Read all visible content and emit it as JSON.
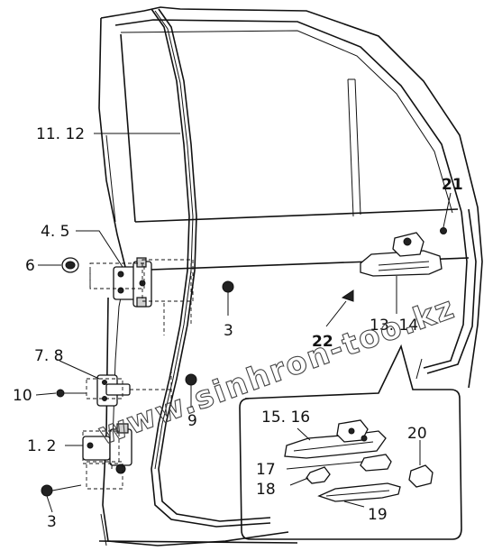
{
  "callouts": {
    "door_glass_run": "11. 12",
    "hinge_upper": "4. 5",
    "hinge_nut": "6",
    "check_link": "7. 8",
    "bolt_10": "10",
    "hinge_lower": "1. 2",
    "bolt_upper": "3",
    "bolt_lower": "3",
    "clip_9": "9",
    "clip_21": "21",
    "clip_22": "22",
    "handle_assembly": "13. 14",
    "handle_frame": "15. 16",
    "handle_cover": "17",
    "lock_cap": "18",
    "handle_grip": "19",
    "end_cap": "20"
  },
  "watermark": "www.sinhron-too.kz"
}
